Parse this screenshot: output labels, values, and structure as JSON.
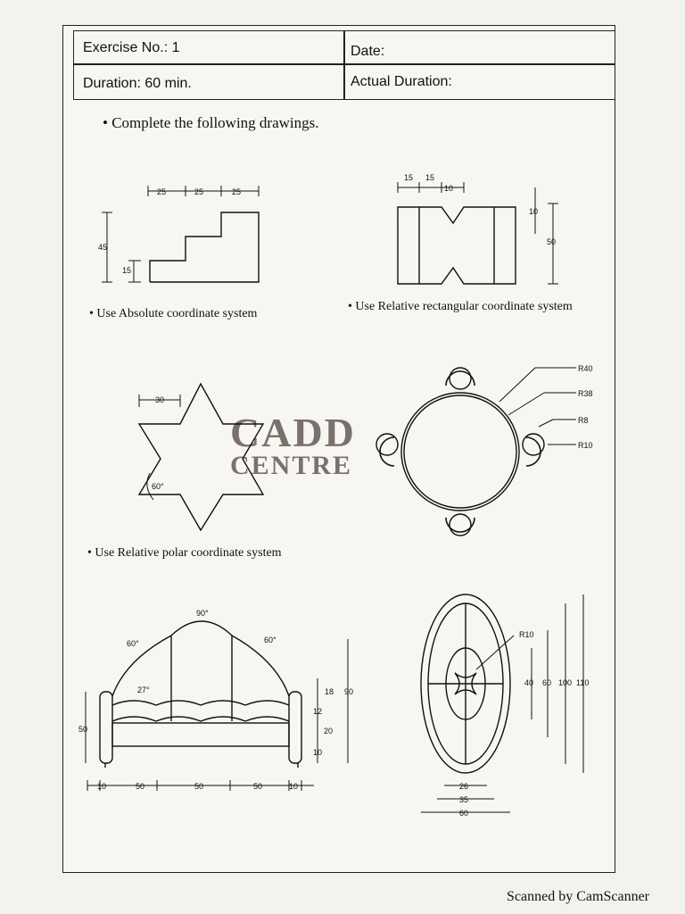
{
  "header": {
    "exercise": "Exercise No.: 1",
    "date": "Date:",
    "duration": "Duration: 60 min.",
    "actual_duration": "Actual Duration:"
  },
  "instructions": {
    "main": "Complete the following drawings.",
    "absolute": "Use Absolute coordinate system",
    "relative_rect": "Use Relative  rectangular coordinate system",
    "relative_polar": "Use Relative polar coordinate system"
  },
  "drawing1": {
    "dims": [
      "25",
      "25",
      "25",
      "45",
      "15"
    ]
  },
  "drawing2": {
    "dims": [
      "15",
      "15",
      "10",
      "10",
      "50"
    ]
  },
  "drawing3": {
    "dims": [
      "30",
      "60°"
    ]
  },
  "drawing4": {
    "dims": [
      "R40",
      "R38",
      "R8",
      "R10"
    ]
  },
  "drawing5": {
    "dims": [
      "90°",
      "60°",
      "60°",
      "27°",
      "18",
      "90",
      "12",
      "20",
      "10",
      "50",
      "10",
      "50",
      "50",
      "50",
      "10"
    ]
  },
  "drawing6": {
    "dims": [
      "R10",
      "40",
      "60",
      "100",
      "110",
      "26",
      "35",
      "60"
    ]
  },
  "watermark": {
    "line1": "CADD",
    "line2": "CENTRE"
  },
  "footer": "Scanned by CamScanner"
}
